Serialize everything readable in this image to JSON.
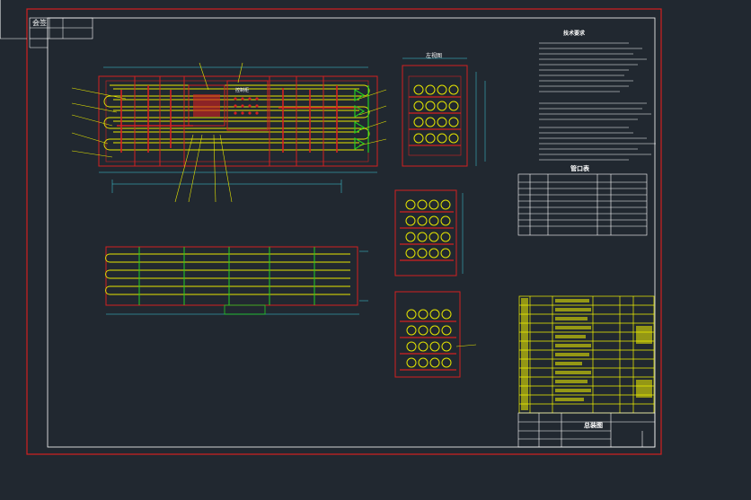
{
  "drawing": {
    "corner_tag": "会签",
    "section_labels": {
      "top_view": "左视图",
      "notes_heading": "技术要求",
      "nozzle_table_heading": "管口表",
      "title_block_heading": "总装图"
    },
    "colors": {
      "background": "#212830",
      "frame_red": "#d42020",
      "inner_frame": "#ffffff",
      "pipe_yellow": "#e6e600",
      "pipe_green": "#22cc22",
      "table_yellow": "#f2f200",
      "dimension_cyan": "#40d0e0"
    }
  }
}
